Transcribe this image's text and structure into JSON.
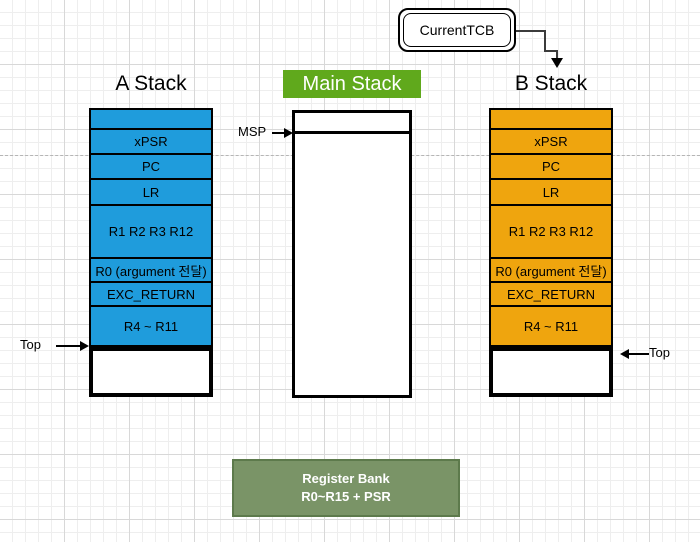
{
  "diagram": {
    "title_a": "A Stack",
    "title_b": "B Stack",
    "main_stack_label": "Main Stack",
    "tcb_label": "CurrentTCB",
    "msp_label": "MSP",
    "top_label_left": "Top",
    "top_label_right": "Top",
    "register_bank": {
      "line1": "Register Bank",
      "line2": "R0~R15 + PSR"
    },
    "stack_a_cells": [
      {
        "label": ""
      },
      {
        "label": "xPSR"
      },
      {
        "label": "PC"
      },
      {
        "label": "LR"
      },
      {
        "label": "R1 R2 R3 R12"
      },
      {
        "label": "R0 (argument 전달)"
      },
      {
        "label": "EXC_RETURN"
      },
      {
        "label": "R4 ~ R11"
      }
    ],
    "stack_b_cells": [
      {
        "label": ""
      },
      {
        "label": "xPSR"
      },
      {
        "label": "PC"
      },
      {
        "label": "LR"
      },
      {
        "label": "R1 R2 R3 R12"
      },
      {
        "label": "R0 (argument 전달)"
      },
      {
        "label": "EXC_RETURN"
      },
      {
        "label": "R4 ~ R11"
      }
    ],
    "colors": {
      "stack_a_fill": "#1f9cdc",
      "stack_b_fill": "#efa50e",
      "main_stack_label_fill": "#60a91c",
      "register_bank_fill": "#7a9467",
      "stroke": "#000000"
    }
  }
}
